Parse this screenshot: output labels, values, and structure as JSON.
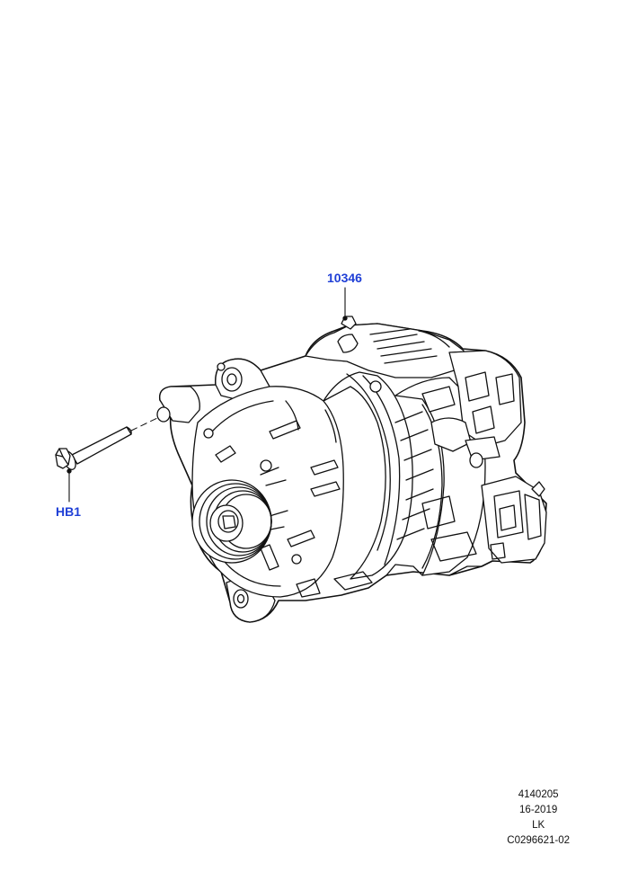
{
  "colors": {
    "callout": "#1f3fd6",
    "line": "#111111",
    "background": "#ffffff"
  },
  "callouts": {
    "alternator": "10346",
    "bolt": "HB1"
  },
  "meta": {
    "line1": "4140205",
    "line2": "16-2019",
    "line3": "LK",
    "line4": "C0296621-02"
  }
}
